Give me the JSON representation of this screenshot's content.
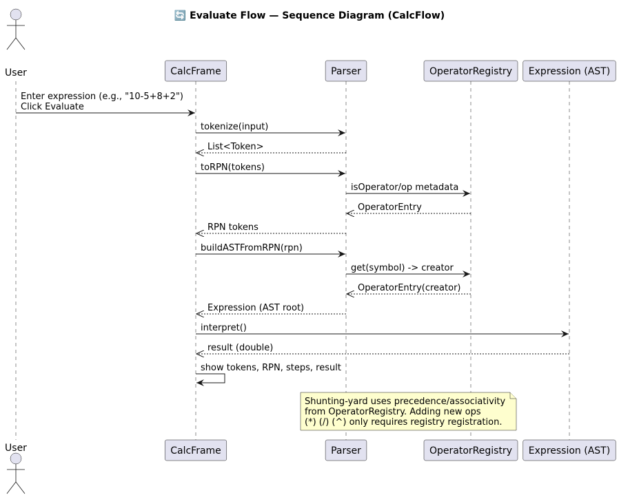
{
  "title": "🔄 Evaluate Flow — Sequence Diagram (CalcFlow)",
  "participants": [
    {
      "id": "user",
      "label": "User",
      "kind": "actor"
    },
    {
      "id": "calcframe",
      "label": "CalcFrame",
      "kind": "participant"
    },
    {
      "id": "parser",
      "label": "Parser",
      "kind": "participant"
    },
    {
      "id": "registry",
      "label": "OperatorRegistry",
      "kind": "participant"
    },
    {
      "id": "ast",
      "label": "Expression (AST)",
      "kind": "participant"
    }
  ],
  "messages": [
    {
      "from": "user",
      "to": "calcframe",
      "lines": [
        "Enter expression (e.g., \"10-5+8+2\")",
        "Click Evaluate"
      ],
      "style": "solid"
    },
    {
      "from": "calcframe",
      "to": "parser",
      "lines": [
        "tokenize(input)"
      ],
      "style": "solid"
    },
    {
      "from": "parser",
      "to": "calcframe",
      "lines": [
        "List<Token>"
      ],
      "style": "dashed"
    },
    {
      "from": "calcframe",
      "to": "parser",
      "lines": [
        "toRPN(tokens)"
      ],
      "style": "solid"
    },
    {
      "from": "parser",
      "to": "registry",
      "lines": [
        "isOperator/op metadata"
      ],
      "style": "solid"
    },
    {
      "from": "registry",
      "to": "parser",
      "lines": [
        "OperatorEntry"
      ],
      "style": "dashed"
    },
    {
      "from": "parser",
      "to": "calcframe",
      "lines": [
        "RPN tokens"
      ],
      "style": "dashed"
    },
    {
      "from": "calcframe",
      "to": "parser",
      "lines": [
        "buildASTFromRPN(rpn)"
      ],
      "style": "solid"
    },
    {
      "from": "parser",
      "to": "registry",
      "lines": [
        "get(symbol) -> creator"
      ],
      "style": "solid"
    },
    {
      "from": "registry",
      "to": "parser",
      "lines": [
        "OperatorEntry(creator)"
      ],
      "style": "dashed"
    },
    {
      "from": "parser",
      "to": "calcframe",
      "lines": [
        "Expression (AST root)"
      ],
      "style": "dashed"
    },
    {
      "from": "calcframe",
      "to": "ast",
      "lines": [
        "interpret()"
      ],
      "style": "solid"
    },
    {
      "from": "ast",
      "to": "calcframe",
      "lines": [
        "result (double)"
      ],
      "style": "dashed"
    },
    {
      "from": "calcframe",
      "to": "calcframe",
      "lines": [
        "show tokens, RPN, steps, result"
      ],
      "style": "solid"
    }
  ],
  "note": {
    "lines": [
      "Shunting-yard uses precedence/associativity",
      "from OperatorRegistry. Adding new ops",
      "(*) (/) (^) only requires registry registration."
    ]
  },
  "colors": {
    "participant_fill": "#e2e2f0",
    "note_fill": "#fefece",
    "line": "#181818"
  }
}
